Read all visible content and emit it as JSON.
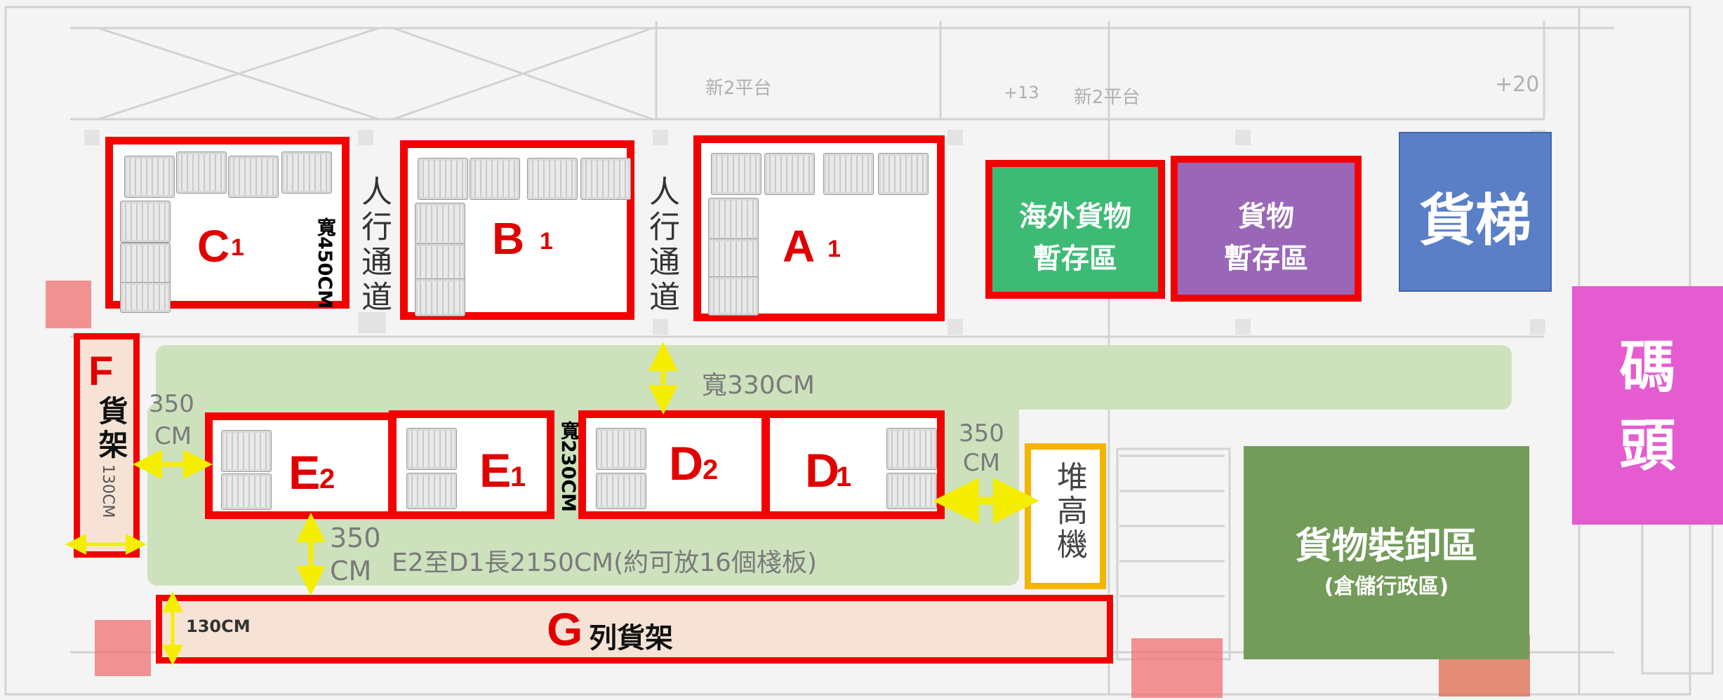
{
  "zones": {
    "c1": {
      "letter": "C",
      "sub": "1",
      "width_note": "寬450CM"
    },
    "b1": {
      "letter": "B",
      "sub": "1"
    },
    "a1": {
      "letter": "A",
      "sub": "1"
    },
    "e2": {
      "letter": "E",
      "sub": "2"
    },
    "e1": {
      "letter": "E",
      "sub": "1"
    },
    "d2": {
      "letter": "D",
      "sub": "2"
    },
    "d1": {
      "letter": "D",
      "sub": "1"
    },
    "d_width_note": "寬230CM",
    "f": {
      "letter": "F",
      "label": "貨架",
      "dim": "130CM"
    },
    "g": {
      "letter": "G",
      "label": "列貨架",
      "dim": "130CM"
    }
  },
  "walkways": {
    "left": "人行通道",
    "right": "人行通道"
  },
  "areas": {
    "overseas_temp": {
      "line1": "海外貨物",
      "line2": "暫存區",
      "color": "#3dbb74"
    },
    "cargo_temp": {
      "line1": "貨物",
      "line2": "暫存區",
      "color": "#9a66b8"
    },
    "elevator": {
      "label": "貨梯",
      "color": "#5b7fc6"
    },
    "dock": {
      "label": "碼頭",
      "color": "#e45cd0"
    },
    "loading": {
      "title": "貨物裝卸區",
      "subtitle": "(倉儲行政區)",
      "color": "#739b5a"
    },
    "forklift": {
      "label": "堆高機",
      "border_color": "#f5b400"
    }
  },
  "dimensions": {
    "aisle_width": "寬330CM",
    "left_gap": {
      "num": "350",
      "unit": "CM"
    },
    "right_gap": {
      "num": "350",
      "unit": "CM"
    },
    "bottom_gap": {
      "num": "350",
      "unit": "CM"
    },
    "row_length": "E2至D1長2150CM(約可放16個棧板)"
  },
  "background_marks": {
    "mark1": "+20",
    "mark2": "新2平台",
    "mark3": "新2平台",
    "mark4": "+13"
  },
  "colors": {
    "zone_border": "#f40000",
    "aisle": "#cde1bd",
    "shelf": "#f6e3d6",
    "arrow": "#f5ee00"
  }
}
